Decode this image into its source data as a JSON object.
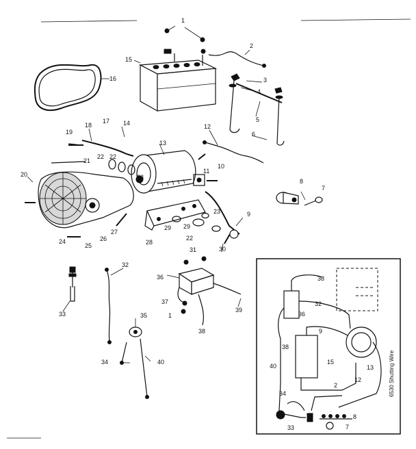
{
  "callouts": [
    "1",
    "2",
    "3",
    "4",
    "5",
    "6",
    "7",
    "8",
    "9",
    "10",
    "11",
    "12",
    "13",
    "14",
    "15",
    "16",
    "17",
    "18",
    "19",
    "20",
    "21",
    "22",
    "23",
    "24",
    "25",
    "26",
    "27",
    "28",
    "29",
    "30",
    "31",
    "32",
    "33",
    "34",
    "35",
    "36",
    "37",
    "38",
    "39",
    "40"
  ],
  "callouts_repeated": [
    "1",
    "22",
    "23",
    "29",
    "22",
    "12",
    "13",
    "15",
    "36",
    "38",
    "38",
    "40",
    "32",
    "34",
    "2",
    "33",
    "7",
    "8"
  ],
  "inset": {
    "title": "6530 Shutting Wire"
  }
}
